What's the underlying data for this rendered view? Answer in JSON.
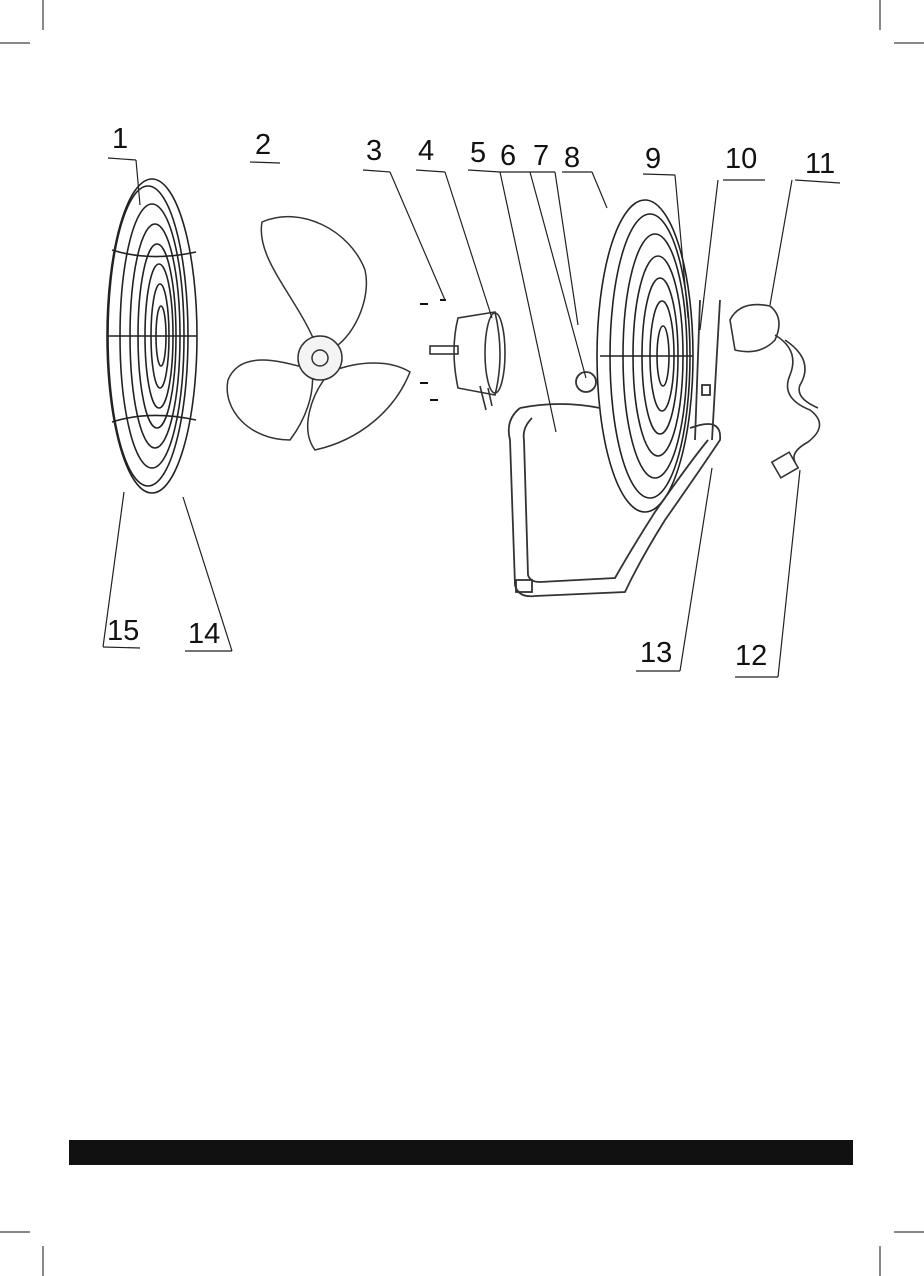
{
  "diagram": {
    "parts": [
      {
        "number": "1"
      },
      {
        "number": "2"
      },
      {
        "number": "3"
      },
      {
        "number": "4"
      },
      {
        "number": "5"
      },
      {
        "number": "6"
      },
      {
        "number": "7"
      },
      {
        "number": "8"
      },
      {
        "number": "9"
      },
      {
        "number": "10"
      },
      {
        "number": "11"
      },
      {
        "number": "12"
      },
      {
        "number": "13"
      },
      {
        "number": "14"
      },
      {
        "number": "15"
      }
    ]
  },
  "colors": {
    "ink": "#111111",
    "paper": "#ffffff",
    "footer_bar": "#111111"
  }
}
